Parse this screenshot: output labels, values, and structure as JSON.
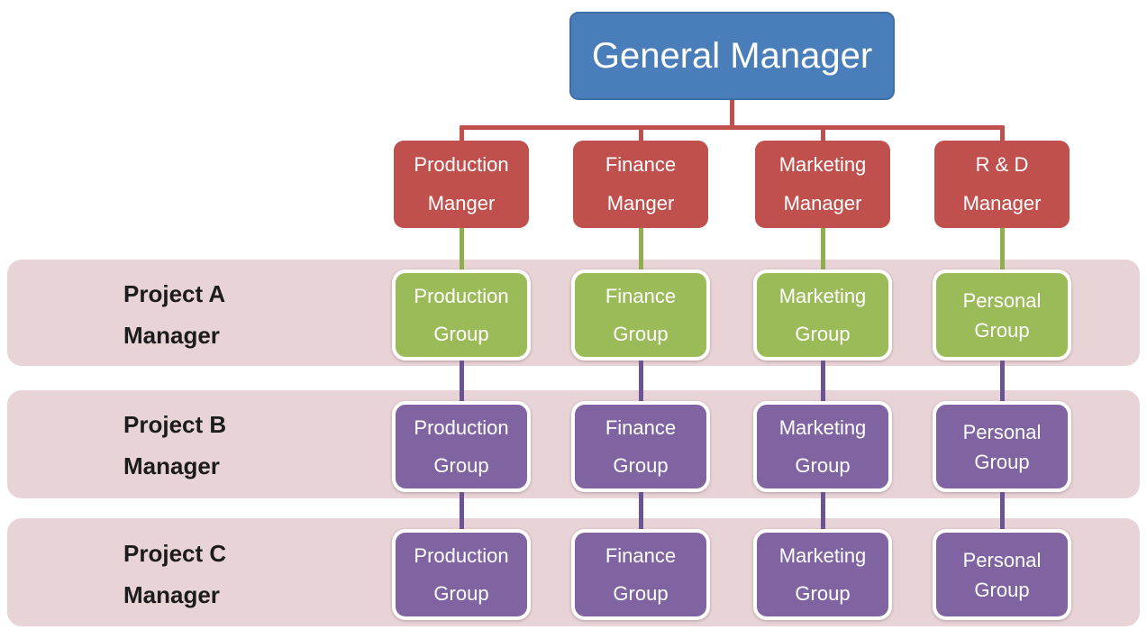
{
  "root": {
    "label": "General Manager"
  },
  "division_managers": [
    {
      "line1": "Production",
      "line2": "Manger"
    },
    {
      "line1": "Finance",
      "line2": "Manger"
    },
    {
      "line1": "Marketing",
      "line2": "Manager"
    },
    {
      "line1": "R & D",
      "line2": "Manager"
    }
  ],
  "project_rows": [
    {
      "label": {
        "line1": "Project A",
        "line2": "Manager"
      },
      "groups": [
        {
          "line1": "Production",
          "line2": "Group"
        },
        {
          "line1": "Finance",
          "line2": "Group"
        },
        {
          "line1": "Marketing",
          "line2": "Group"
        },
        {
          "line1": "Personal",
          "line2": "Group"
        }
      ]
    },
    {
      "label": {
        "line1": "Project B",
        "line2": "Manager"
      },
      "groups": [
        {
          "line1": "Production",
          "line2": "Group"
        },
        {
          "line1": "Finance",
          "line2": "Group"
        },
        {
          "line1": "Marketing",
          "line2": "Group"
        },
        {
          "line1": "Personal",
          "line2": "Group"
        }
      ]
    },
    {
      "label": {
        "line1": "Project C",
        "line2": "Manager"
      },
      "groups": [
        {
          "line1": "Production",
          "line2": "Group"
        },
        {
          "line1": "Finance",
          "line2": "Group"
        },
        {
          "line1": "Marketing",
          "line2": "Group"
        },
        {
          "line1": "Personal",
          "line2": "Group"
        }
      ]
    }
  ],
  "colors": {
    "root_box": "#4a7ebb",
    "manager_box": "#c0504d",
    "group_box_row_a": "#9bbb59",
    "group_box_row_b": "#8064a2",
    "group_box_row_c": "#8064a2",
    "band_background": "#e8d3d6",
    "connector_red": "#c0504d",
    "connector_green": "#8fae4e",
    "connector_purple": "#6b5494",
    "box_text": "#ffffff",
    "band_label_text": "#1c1c1c"
  }
}
